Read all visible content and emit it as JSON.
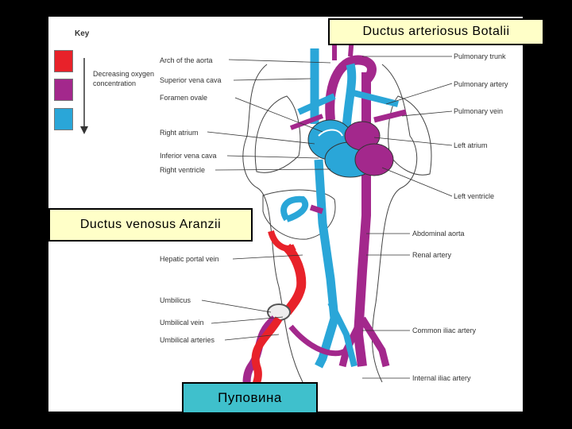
{
  "key": {
    "title": "Key",
    "description": "Decreasing oxygen concentration",
    "colors": [
      "#e8222a",
      "#a3288c",
      "#2aa6d8"
    ]
  },
  "labels_left": {
    "arch_aorta": "Arch of the aorta",
    "superior_vena_cava": "Superior vena cava",
    "foramen_ovale": "Foramen ovale",
    "right_atrium": "Right atrium",
    "inferior_vena_cava": "Inferior vena cava",
    "right_ventricle": "Right ventricle",
    "hepatic_portal_vein": "Hepatic portal vein",
    "umbilicus": "Umbilicus",
    "umbilical_vein": "Umbilical vein",
    "umbilical_arteries": "Umbilical arteries"
  },
  "labels_right": {
    "pulmonary_trunk": "Pulmonary trunk",
    "pulmonary_artery": "Pulmonary artery",
    "pulmonary_vein": "Pulmonary vein",
    "left_atrium": "Left atrium",
    "left_ventricle": "Left ventricle",
    "abdominal_aorta": "Abdominal aorta",
    "renal_artery": "Renal artery",
    "common_iliac_artery": "Common iliac artery",
    "internal_iliac_artery": "Internal iliac artery"
  },
  "callouts": {
    "ductus_arteriosus": "Ductus arteriosus Botalii",
    "ductus_venosus": "Ductus venosus Aranzii",
    "umbilical_cord": "Пуповина"
  },
  "vessel_colors": {
    "oxygenated": "#e8222a",
    "mixed": "#a3288c",
    "deoxygenated": "#2aa6d8"
  }
}
